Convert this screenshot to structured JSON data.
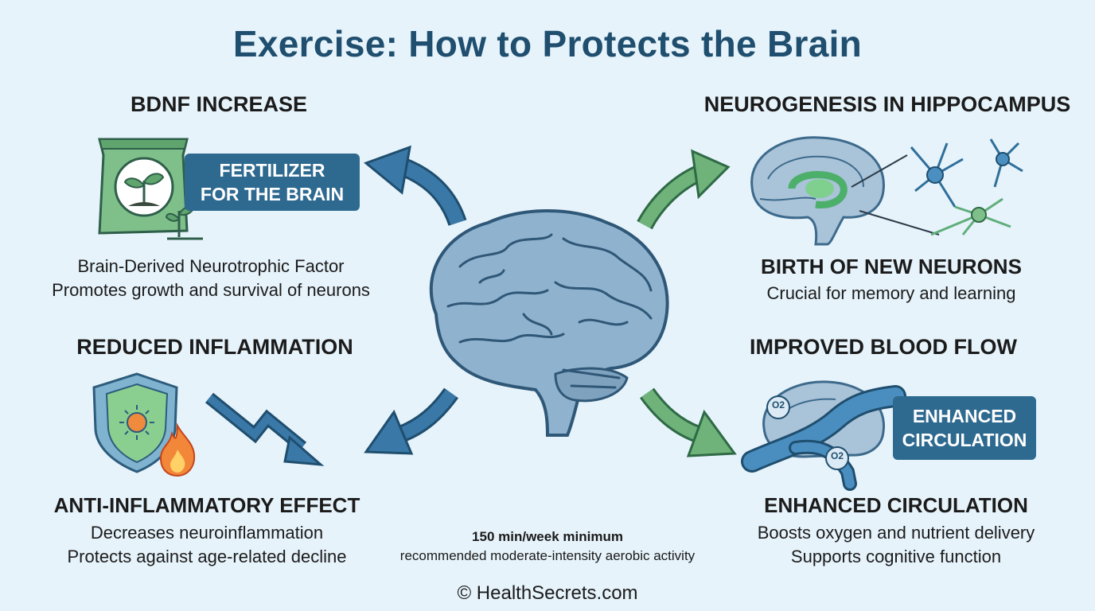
{
  "title": "Exercise: How to Protects the Brain",
  "sections": {
    "bdnf": {
      "heading": "BDNF INCREASE",
      "badge_line1": "FERTILIZER",
      "badge_line2": "FOR THE BRAIN",
      "desc_line1": "Brain-Derived Neurotrophic Factor",
      "desc_line2": "Promotes growth and survival of neurons"
    },
    "neurogenesis": {
      "heading": "NEUROGENESIS IN HIPPOCAMPUS",
      "subheading": "BIRTH OF NEW NEURONS",
      "desc_line1": "Crucial for memory and learning"
    },
    "inflammation": {
      "heading": "REDUCED INFLAMMATION",
      "subheading": "ANTI-INFLAMMATORY EFFECT",
      "desc_line1": "Decreases neuroinflammation",
      "desc_line2": "Protects against age-related decline"
    },
    "bloodflow": {
      "heading": "IMPROVED BLOOD FLOW",
      "badge_line1": "ENHANCED",
      "badge_line2": "CIRCULATION",
      "o2_label": "O2",
      "subheading": "ENHANCED CIRCULATION",
      "desc_line1": "Boosts oxygen and nutrient delivery",
      "desc_line2": "Supports cognitive function"
    }
  },
  "recommendation": {
    "minimum": "150 min/week minimum",
    "text": "recommended moderate-intensity aerobic activity"
  },
  "footer": "© HealthSecrets.com",
  "colors": {
    "title": "#1f4e6e",
    "badge": "#2e6a90",
    "arrow_blue": "#3a78a8",
    "arrow_green": "#6fb37a",
    "brain": "#8fb3cf",
    "background": "#e6f3fb"
  }
}
